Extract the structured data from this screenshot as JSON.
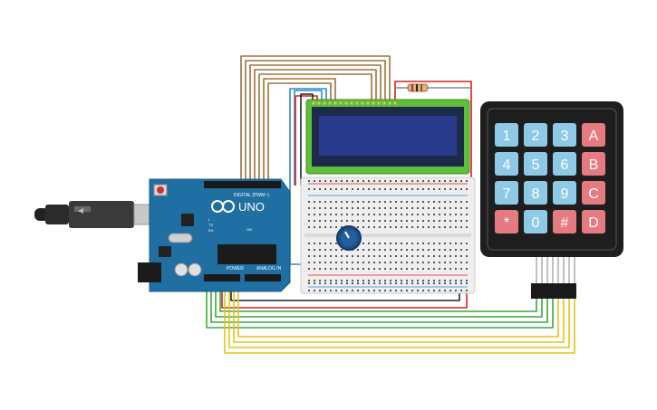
{
  "arduino": {
    "brand": "UNO",
    "digital_label": "DIGITAL (PWM~)",
    "power_label": "POWER",
    "analog_label": "ANALOG IN",
    "tx_label": "TX",
    "rx_label": "RX",
    "l_label": "L",
    "on_label": "ON"
  },
  "keypad": {
    "keys": [
      [
        "1",
        "2",
        "3",
        "A"
      ],
      [
        "4",
        "5",
        "6",
        "B"
      ],
      [
        "7",
        "8",
        "9",
        "C"
      ],
      [
        "*",
        "0",
        "#",
        "D"
      ]
    ]
  },
  "colors": {
    "board": "#1f6fa3",
    "lcd_screen": "#2a3a8c",
    "lcd_frame": "#5fbf3a",
    "wire_brown": "#a0703c",
    "wire_red": "#d42020",
    "wire_black": "#222222",
    "wire_green": "#3aa83a",
    "wire_yellow": "#e6c21c",
    "wire_blue": "#2a8ad4",
    "key_blue": "#8ecae6",
    "key_red": "#e57a80"
  }
}
